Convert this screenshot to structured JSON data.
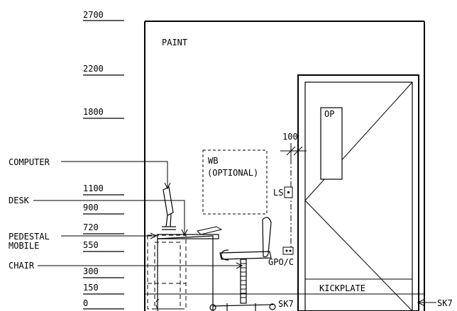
{
  "levels": [
    "2700",
    "2200",
    "1800",
    "1100",
    "900",
    "720",
    "550",
    "300",
    "150",
    "0"
  ],
  "labels": {
    "paint": "PAINT",
    "op": "OP",
    "dim": "100",
    "wb_line1": "WB",
    "wb_line2": "(OPTIONAL)",
    "ls": "LS",
    "gpo": "GPO/C",
    "kickplate": "KICKPLATE",
    "sk7_floor": "SK7",
    "sk7_right": "SK7"
  },
  "callouts": {
    "computer": "COMPUTER",
    "desk": "DESK",
    "pedestal_line1": "PEDESTAL",
    "pedestal_line2": "MOBILE",
    "chair": "CHAIR"
  }
}
